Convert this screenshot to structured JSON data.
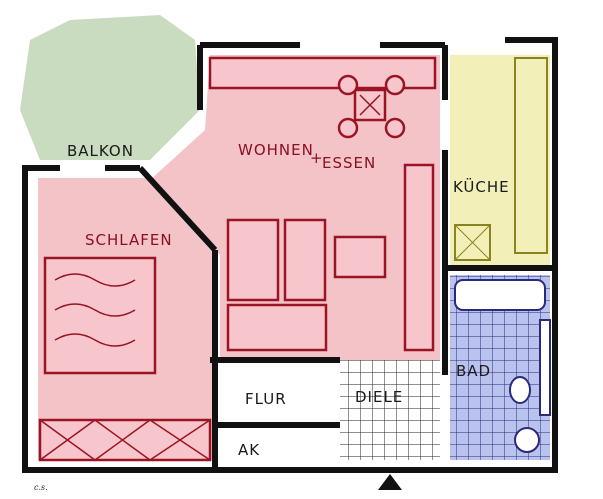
{
  "title": "Floor plan",
  "rooms": {
    "balkon": "BALKON",
    "wohnen": "WOHNEN",
    "plus": "+",
    "essen": "ESSEN",
    "kueche": "KÜCHE",
    "schlafen": "SCHLAFEN",
    "bad": "BAD",
    "flur": "FLUR",
    "diele": "DIELE",
    "ak": "AK"
  },
  "signature": "c.s.",
  "colors": {
    "living": "#f4c3c8",
    "balcony": "#c9dcc0",
    "kitchen": "#f2f0b8",
    "bath": "#b9c3ee",
    "wall": "#111111",
    "furniture": "#9a1424"
  }
}
